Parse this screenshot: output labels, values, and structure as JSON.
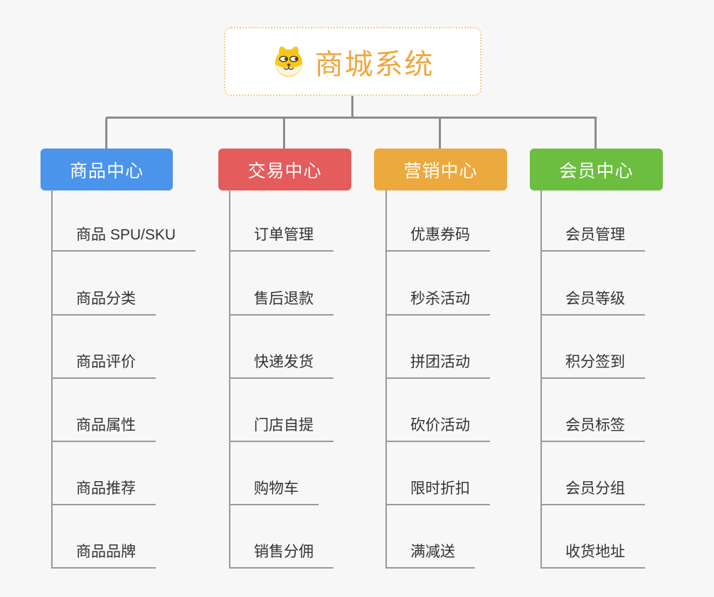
{
  "root": {
    "title": "商城系统",
    "icon": "dog-face"
  },
  "branches": [
    {
      "title": "商品中心",
      "color": "#4a94ec",
      "items": [
        "商品 SPU/SKU",
        "商品分类",
        "商品评价",
        "商品属性",
        "商品推荐",
        "商品品牌"
      ]
    },
    {
      "title": "交易中心",
      "color": "#e45c5c",
      "items": [
        "订单管理",
        "售后退款",
        "快递发货",
        "门店自提",
        "购物车",
        "销售分佣"
      ]
    },
    {
      "title": "营销中心",
      "color": "#eba93e",
      "items": [
        "优惠券码",
        "秒杀活动",
        "拼团活动",
        "砍价活动",
        "限时折扣",
        "满减送"
      ]
    },
    {
      "title": "会员中心",
      "color": "#6cbe40",
      "items": [
        "会员管理",
        "会员等级",
        "积分签到",
        "会员标签",
        "会员分组",
        "收货地址"
      ]
    }
  ],
  "colors": {
    "background": "#f7f7f7",
    "connector": "#8c8c8c",
    "branch_line": "#999999",
    "child_text": "#333333",
    "root_text": "#f0a73e",
    "root_border": "#f3cd90"
  }
}
